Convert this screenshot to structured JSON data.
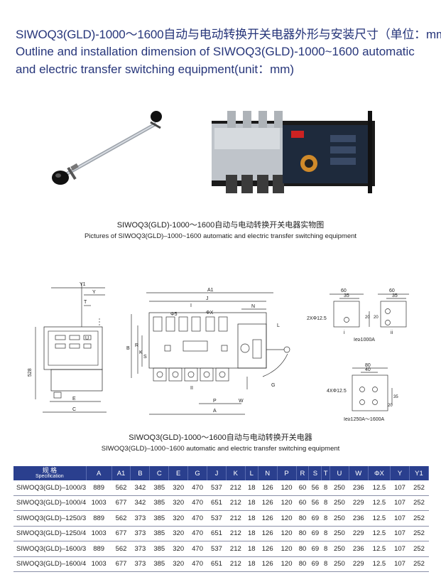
{
  "header": {
    "title_zh": "SIWOQ3(GLD)-1000～1600自动与电动转换开关电器外形与安装尺寸（单位：mm）",
    "title_en": "Outline and installation dimension of SIWOQ3(GLD)-1000~1600 automatic and electric transfer switching equipment(unit：mm)"
  },
  "photo_caption": {
    "zh": "SIWOQ3(GLD)-1000～1600自动与电动转换开关电器实物图",
    "en": "Pictures of SIWOQ3(GLD)–1000~1600 automatic and electric transfer switching equipment"
  },
  "drawing": {
    "dims": {
      "Y1": "Y1",
      "Y": "Y",
      "T": "T",
      "U": "U",
      "528": "528",
      "E": "E",
      "C": "C",
      "A1": "A1",
      "J": "J",
      "phiX": "ΦX",
      "N": "N",
      "L": "L",
      "B": "B",
      "K": "K",
      "R": "R",
      "S": "S",
      "G": "G",
      "P": "P",
      "W": "W",
      "A": "A",
      "I": "I",
      "II": "II",
      "phi5": "Φ5"
    },
    "detail1": {
      "w60": "60",
      "w35": "35",
      "holes": "2XΦ12.5",
      "d20a": "20",
      "d20b": "20",
      "w60b": "60",
      "w35b": "35",
      "label_i": "i",
      "label_ii": "ii",
      "ie": "Ie≥1000A"
    },
    "detail2": {
      "w80": "80",
      "w40": "40",
      "holes": "4XΦ12.5",
      "d35": "35",
      "d20": "20",
      "ie": "Ie≥1250A～1600A"
    }
  },
  "drawing_caption": {
    "zh": "SIWOQ3(GLD)-1000～1600自动与电动转换开关电器",
    "en": "SIWOQ3(GLD)–1000~1600 automatic and electric transfer switching equipment"
  },
  "table": {
    "spec_zh": "规 格",
    "spec_en": "Specification",
    "columns": [
      "A",
      "A1",
      "B",
      "C",
      "E",
      "G",
      "J",
      "K",
      "L",
      "N",
      "P",
      "R",
      "S",
      "T",
      "U",
      "W",
      "ΦX",
      "Y",
      "Y1"
    ],
    "rows": [
      {
        "spec": "SIWOQ3(GLD)–1000/3",
        "values": [
          "889",
          "562",
          "342",
          "385",
          "320",
          "470",
          "537",
          "212",
          "18",
          "126",
          "120",
          "60",
          "56",
          "8",
          "250",
          "236",
          "12.5",
          "107",
          "252"
        ]
      },
      {
        "spec": "SIWOQ3(GLD)–1000/4",
        "values": [
          "1003",
          "677",
          "342",
          "385",
          "320",
          "470",
          "651",
          "212",
          "18",
          "126",
          "120",
          "60",
          "56",
          "8",
          "250",
          "229",
          "12.5",
          "107",
          "252"
        ]
      },
      {
        "spec": "SIWOQ3(GLD)–1250/3",
        "values": [
          "889",
          "562",
          "373",
          "385",
          "320",
          "470",
          "537",
          "212",
          "18",
          "126",
          "120",
          "80",
          "69",
          "8",
          "250",
          "236",
          "12.5",
          "107",
          "252"
        ]
      },
      {
        "spec": "SIWOQ3(GLD)–1250/4",
        "values": [
          "1003",
          "677",
          "373",
          "385",
          "320",
          "470",
          "651",
          "212",
          "18",
          "126",
          "120",
          "80",
          "69",
          "8",
          "250",
          "229",
          "12.5",
          "107",
          "252"
        ]
      },
      {
        "spec": "SIWOQ3(GLD)–1600/3",
        "values": [
          "889",
          "562",
          "373",
          "385",
          "320",
          "470",
          "537",
          "212",
          "18",
          "126",
          "120",
          "80",
          "69",
          "8",
          "250",
          "236",
          "12.5",
          "107",
          "252"
        ]
      },
      {
        "spec": "SIWOQ3(GLD)–1600/4",
        "values": [
          "1003",
          "677",
          "373",
          "385",
          "320",
          "470",
          "651",
          "212",
          "18",
          "126",
          "120",
          "80",
          "69",
          "8",
          "250",
          "229",
          "12.5",
          "107",
          "252"
        ]
      }
    ]
  }
}
